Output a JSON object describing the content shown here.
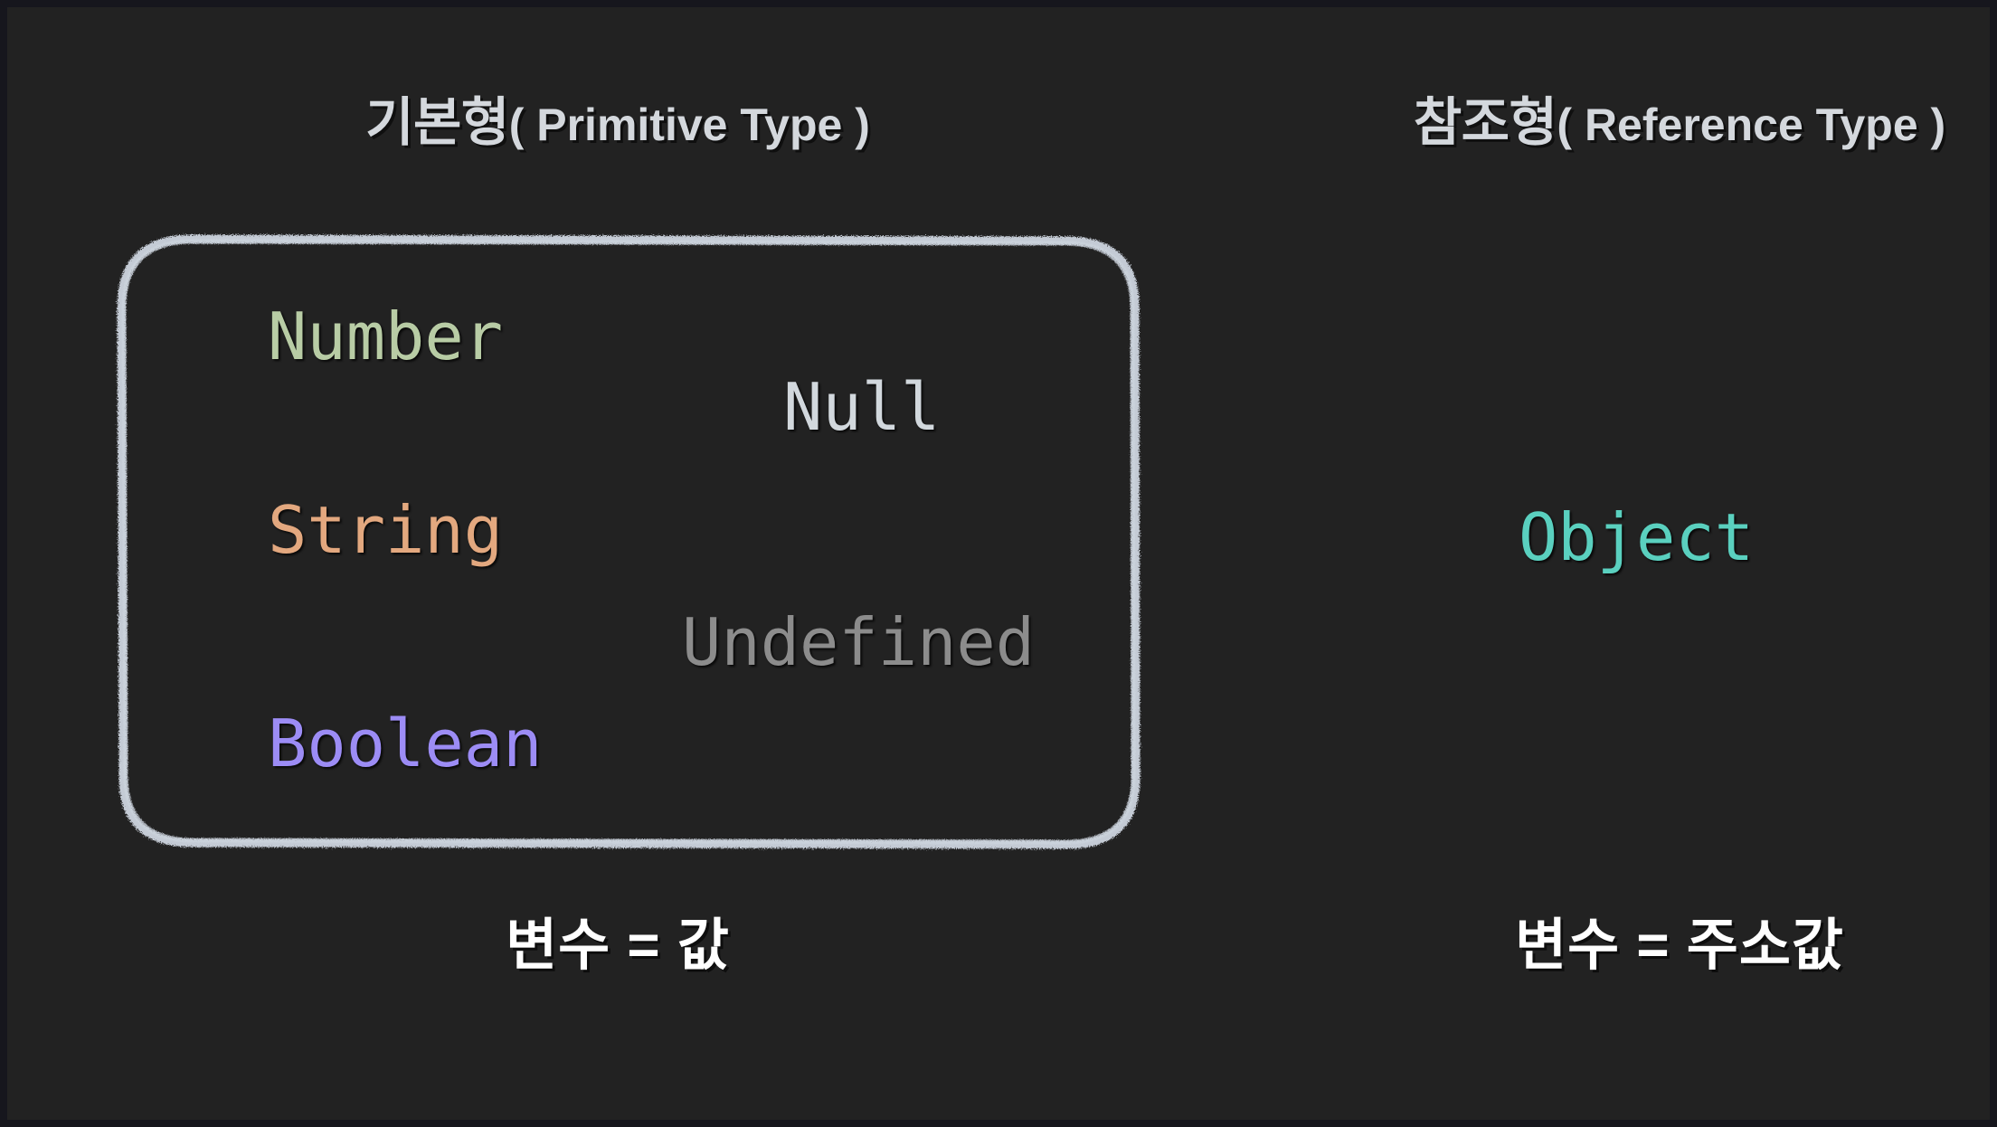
{
  "theme": {
    "background": "#222222",
    "frame": "#16161d",
    "chalk_stroke": "#ccd4de",
    "title_color": "#d4d8dd",
    "caption_color": "#ffffff"
  },
  "panels": {
    "primitive": {
      "title_ko": "기본형",
      "title_en": "( Primitive Type )",
      "caption": "변수 = 값",
      "types": [
        {
          "name": "Number",
          "color": "#b8cca5"
        },
        {
          "name": "Null",
          "color": "#d2d8dd"
        },
        {
          "name": "String",
          "color": "#e3a87f"
        },
        {
          "name": "Undefined",
          "color": "#8c8c8c"
        },
        {
          "name": "Boolean",
          "color": "#9c8cf5"
        }
      ]
    },
    "reference": {
      "title_ko": "참조형",
      "title_en": "( Reference Type )",
      "caption": "변수 = 주소값",
      "types": [
        {
          "name": "Object",
          "color": "#5ad0bf"
        }
      ]
    }
  },
  "icons": {
    "primitive_box": "chalk-rounded-rectangle",
    "reference_box": "chalk-rounded-rectangle"
  }
}
